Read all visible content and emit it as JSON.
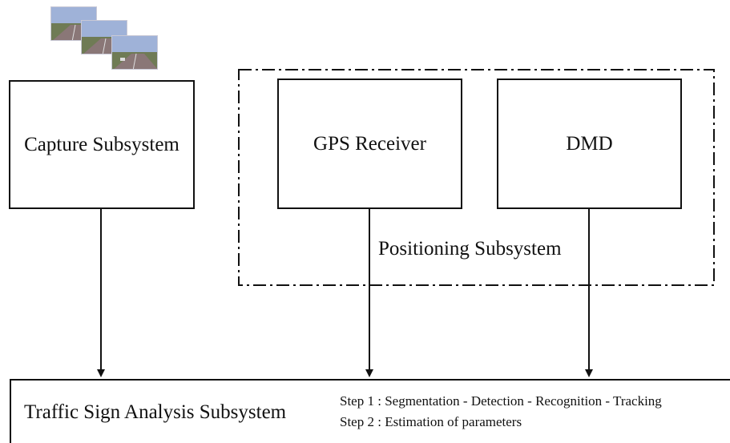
{
  "capture": {
    "label": "Capture Subsystem"
  },
  "gps": {
    "label": "GPS Receiver"
  },
  "dmd": {
    "label": "DMD"
  },
  "positioning": {
    "label": "Positioning Subsystem"
  },
  "analysis": {
    "title": "Traffic Sign Analysis Subsystem",
    "step1": "Step 1 : Segmentation - Detection - Recognition - Tracking",
    "step2": "Step 2 : Estimation of parameters"
  },
  "colors": {
    "line": "#111111",
    "sky": "#8fa6cf",
    "road": "#8a7777",
    "grass": "#6f7b55"
  },
  "icons": {
    "capture_images": "road-camera-frames-icon"
  }
}
